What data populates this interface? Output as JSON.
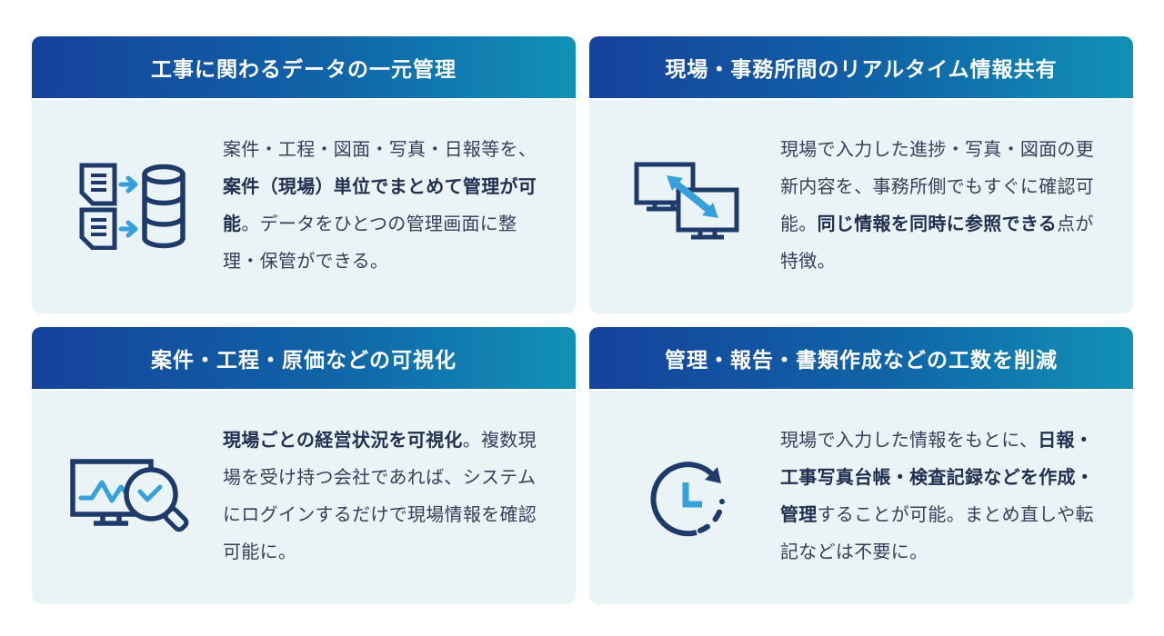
{
  "theme": {
    "header_gradient_start": "#15429B",
    "header_gradient_end": "#1191B6",
    "card_body_bg": "#EAF3F6",
    "body_text_color": "#35405C",
    "bold_text_color": "#212F50",
    "header_text_color": "#FFFFFF",
    "icon_navy": "#1E3A6B",
    "icon_blue": "#35A0DA",
    "page_bg": "#FFFFFF"
  },
  "cards": [
    {
      "id": "data-centralization",
      "header": "工事に関わるデータの一元管理",
      "icon": "documents-to-database-icon",
      "body_segments": [
        {
          "text": "案件・工程・図面・写真・日報等を、",
          "bold": false
        },
        {
          "text": "案件（現場）単位でまとめて管理が可能",
          "bold": true
        },
        {
          "text": "。データをひとつの管理画面に整理・保管ができる。",
          "bold": false
        }
      ]
    },
    {
      "id": "realtime-info-sharing",
      "header": "現場・事務所間のリアルタイム情報共有",
      "icon": "monitors-sync-icon",
      "body_segments": [
        {
          "text": "現場で入力した進捗・写真・図面の更新内容を、事務所側でもすぐに確認可能。",
          "bold": false
        },
        {
          "text": "同じ情報を同時に参照できる",
          "bold": true
        },
        {
          "text": "点が特徴。",
          "bold": false
        }
      ]
    },
    {
      "id": "visualization",
      "header": "案件・工程・原価などの可視化",
      "icon": "chart-magnifier-icon",
      "body_segments": [
        {
          "text": "現場ごとの経営状況を可視化",
          "bold": true
        },
        {
          "text": "。複数現場を受け持つ会社であれば、システムにログインするだけで現場情報を確認可能に。",
          "bold": false
        }
      ]
    },
    {
      "id": "workload-reduction",
      "header": "管理・報告・書類作成などの工数を削減",
      "icon": "clock-history-icon",
      "body_segments": [
        {
          "text": "現場で入力した情報をもとに、",
          "bold": false
        },
        {
          "text": "日報・工事写真台帳・検査記録などを作成・管理",
          "bold": true
        },
        {
          "text": "することが可能。まとめ直しや転記などは不要に。",
          "bold": false
        }
      ]
    }
  ]
}
